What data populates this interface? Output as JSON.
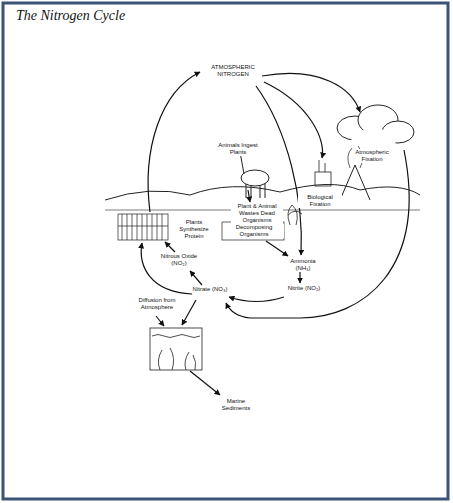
{
  "diagram": {
    "title": "The Nitrogen Cycle",
    "labels": [
      "ATMOSPHERIC NITROGEN",
      "Atmospheric Fixation",
      "Animals Ingest Plants",
      "Biological Fixation",
      "Plant & Animal Wastes Dead Organisms",
      "Decomposing Organisms",
      "Plants Synthesize Protein",
      "Ammonia (NH₃)",
      "Nitrous Oxide (NO₂)",
      "Nitrite (NO₂)",
      "Nitrate (NO₃)",
      "Diffusion from Atmosphere",
      "Marine Sediments"
    ]
  }
}
